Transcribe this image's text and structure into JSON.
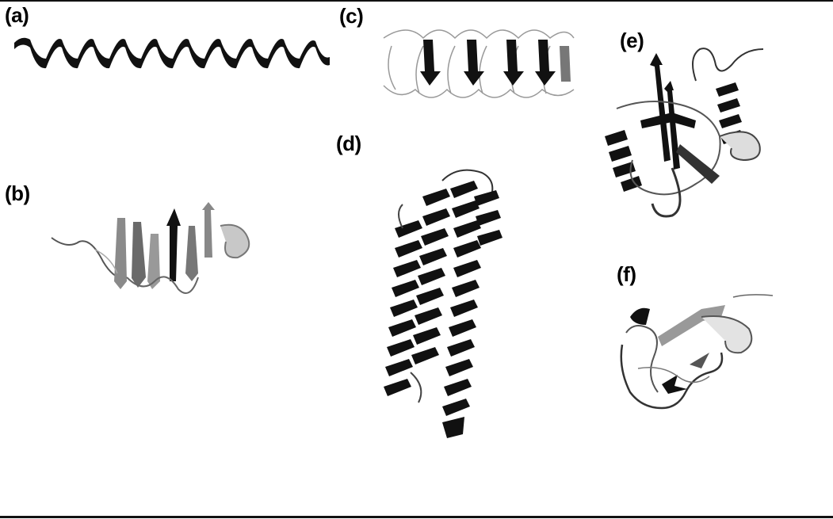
{
  "colors": {
    "ink": "#111111",
    "dark_gray": "#444444",
    "mid_gray": "#8a8a8a",
    "light_gray": "#bdbdbd",
    "background": "#ffffff"
  },
  "panels": {
    "a": {
      "label": "(a)",
      "structure": "alpha-helix"
    },
    "b": {
      "label": "(b)",
      "structure": "beta-helix"
    },
    "c": {
      "label": "(c)",
      "structure": "beta-solenoid"
    },
    "d": {
      "label": "(d)",
      "structure": "helical-bundle"
    },
    "e": {
      "label": "(e)",
      "structure": "alpha-beta-fold"
    },
    "f": {
      "label": "(f)",
      "structure": "beta-rich-fold"
    }
  }
}
